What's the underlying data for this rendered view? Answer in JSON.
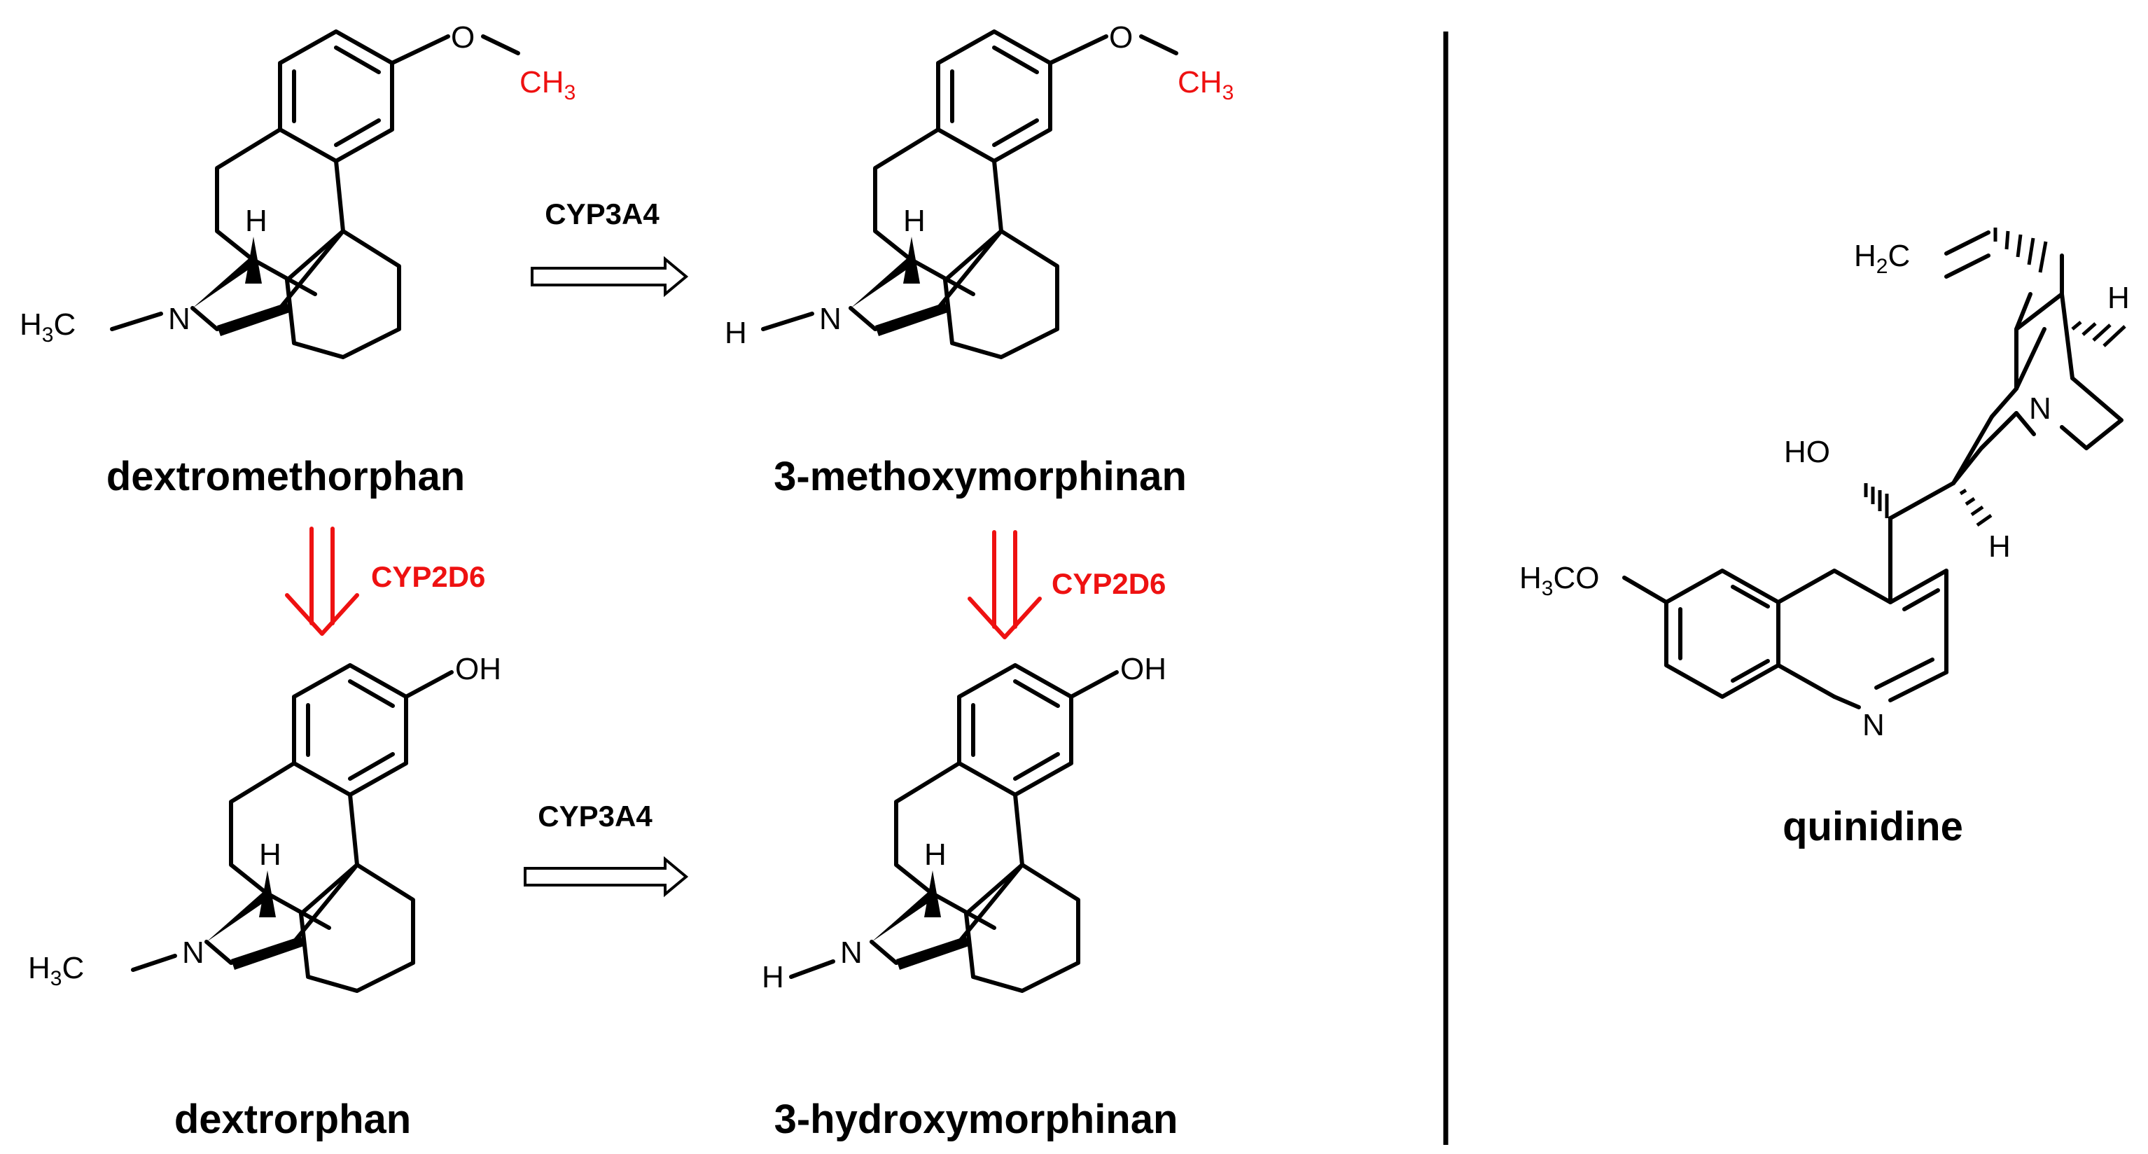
{
  "colors": {
    "bond": "#000000",
    "cyp2d6_arrow": "#ee1111",
    "cyp2d6_label": "#ee1111",
    "methyl_label": "#ee1111",
    "cyp3a4_arrow_fill": "#ffffff"
  },
  "compounds": {
    "dextromethorphan": {
      "name": "dextromethorphan",
      "substituent_o": "O",
      "substituent_methyl": "CH",
      "substituent_methyl_sub": "3",
      "n_atom": "N",
      "n_substituent": "H",
      "n_substituent_sub": "3",
      "n_substituent_tail": "C",
      "bridgehead_h": "H"
    },
    "methoxymorphinan": {
      "name": "3-methoxymorphinan",
      "substituent_o": "O",
      "substituent_methyl": "CH",
      "substituent_methyl_sub": "3",
      "n_atom": "N",
      "n_h": "H",
      "bridgehead_h": "H"
    },
    "dextrorphan": {
      "name": "dextrorphan",
      "substituent_oh": "OH",
      "n_atom": "N",
      "n_substituent": "H",
      "n_substituent_sub": "3",
      "n_substituent_tail": "C",
      "bridgehead_h": "H"
    },
    "hydroxymorphinan": {
      "name": "3-hydroxymorphinan",
      "substituent_oh": "OH",
      "n_atom": "N",
      "n_h": "H",
      "bridgehead_h": "H"
    },
    "quinidine": {
      "name": "quinidine",
      "vinyl_h": "H",
      "vinyl_h_sub": "2",
      "vinyl_c": "C",
      "bridge_h_top": "H",
      "bridge_n": "N",
      "ho": "HO",
      "alpha_h": "H",
      "methoxy_h": "H",
      "methoxy_sub": "3",
      "methoxy_co": "CO",
      "quinoline_n": "N"
    }
  },
  "arrows": {
    "top_cyp3a4": "CYP3A4",
    "bottom_cyp3a4": "CYP3A4",
    "left_cyp2d6": "CYP2D6",
    "right_cyp2d6": "CYP2D6"
  }
}
